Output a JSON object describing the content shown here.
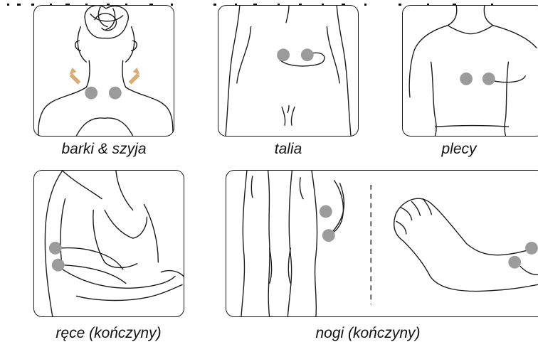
{
  "panels": [
    {
      "id": "neck",
      "caption": "barki & szyja"
    },
    {
      "id": "waist",
      "caption": "talia"
    },
    {
      "id": "back",
      "caption": "plecy"
    },
    {
      "id": "arms",
      "caption": "ręce (kończyny)"
    },
    {
      "id": "legs",
      "caption": "nogi (kończyny)"
    }
  ],
  "colors": {
    "electrode_pad": "#9b9b9b",
    "arrow": "#d9ad72",
    "outline": "#1a1a1a"
  }
}
